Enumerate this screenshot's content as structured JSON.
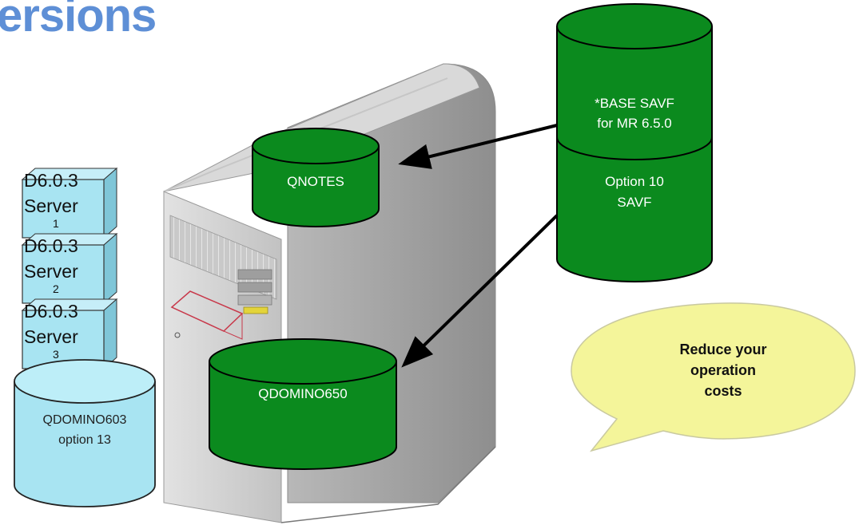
{
  "title": "ersions",
  "servers": [
    {
      "version": "D6.0.3",
      "label": "Server",
      "suffix": "1"
    },
    {
      "version": "D6.0.3",
      "label": "Server",
      "suffix": "2"
    },
    {
      "version": "D6.0.3",
      "label": "Server",
      "suffix": "3"
    }
  ],
  "databases": {
    "qdomino603": {
      "line1": "QDOMINO603",
      "line2": "option 13"
    },
    "qnotes": "QNOTES",
    "qdomino650": "QDOMINO650",
    "base_savf": {
      "line1": "*BASE SAVF",
      "line2": "for MR 6.5.0"
    },
    "option10_savf": {
      "line1": "Option 10",
      "line2": "SAVF"
    }
  },
  "callout": {
    "line1": "Reduce your",
    "line2": "operation",
    "line3": "costs"
  },
  "colors": {
    "title": "#5e8fd6",
    "green": "#0b8a1e",
    "light_blue": "#a8e4f2",
    "callout_fill": "#f4f59a",
    "server_gray": "#c8c8c8"
  }
}
